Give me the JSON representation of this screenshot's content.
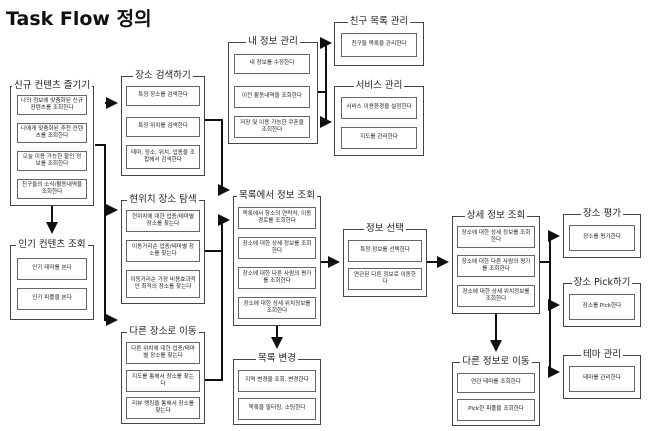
{
  "title": "Task Flow 정의",
  "groups": {
    "new_content": {
      "title": "신규 컨텐츠 즐기기",
      "items": [
        "나의 정보에 맞춤화된 신규 컨텐츠를 조회한다",
        "나에게 맞춤화된 추천 컨텐츠를 조회한다",
        "오늘 이용 가능한 할인 정보를 조회한다",
        "친구들의 소식/활동내역을 조회한다"
      ]
    },
    "popular": {
      "title": "인기 컨텐츠 조회",
      "items": [
        "인기 테마를 본다",
        "인기 피플을 본다"
      ]
    },
    "place_search": {
      "title": "장소 검색하기",
      "items": [
        "특정 장소를 검색한다",
        "특정 위치를 검색한다",
        "테마, 장소, 위치, 업종을 조합해서 검색한다"
      ]
    },
    "current_search": {
      "title": "현위치 장소 탐색",
      "items": [
        "현위치에 대한 업종/테마별 장소를 찾는다",
        "이동거리순 업종/테마별 장소를 찾는다",
        "이동거리순 가장 비용효과적인 최적의 장소를 찾는다"
      ]
    },
    "other_move_left": {
      "title": "다른 장소로 이동",
      "items": [
        "다른 위치에 대한 업종/테마별 장소를 찾는다",
        "지도를 통해서 장소를 찾는다",
        "리뷰 랭킹을 통해서 장소를 찾는다"
      ]
    },
    "my_info": {
      "title": "내 정보 관리",
      "items": [
        "내 정보를 수정한다",
        "이전 활동내역을 조회한다",
        "저장 및 이용 가능한 쿠폰을 조회한다"
      ]
    },
    "friends": {
      "title": "친구 목록 관리",
      "items": [
        "친구들 목록을 관리한다"
      ]
    },
    "service": {
      "title": "서비스 관리",
      "items": [
        "서비스 이용환경을 설정한다",
        "지도를 관리한다"
      ]
    },
    "list_info": {
      "title": "목록에서 정보 조회",
      "items": [
        "목록에서 장소의 연락처, 이동경로를 조회한다",
        "장소에 대한 상세 정보를 조회한다",
        "장소에 대한 다른 사람의 평가를 조회한다",
        "장소에 대한 상세 위치정보를 조회한다"
      ]
    },
    "list_change": {
      "title": "목록 변경",
      "items": [
        "지역 변경을 조회, 변경한다",
        "목록을 필터링, 소팅한다"
      ]
    },
    "info_select": {
      "title": "정보 선택",
      "items": [
        "특정 정보를 선택한다",
        "연관된 다른 정보로 이동한다"
      ]
    },
    "detail_info": {
      "title": "상세 정보 조회",
      "items": [
        "장소에 대한 상세 정보를 조회한다",
        "장소에 대한 다른 사람의 평가를 조회한다",
        "장소에 대한 상세 위치정보를 조회한다"
      ]
    },
    "other_info_move": {
      "title": "다른 정보로 이동",
      "items": [
        "연관 테마를 조회한다",
        "Pick한 피플을 조회한다"
      ]
    },
    "place_rate": {
      "title": "장소 평가",
      "items": [
        "장소를 평가한다"
      ]
    },
    "place_pick": {
      "title": "장소 Pick하기",
      "items": [
        "장소를 Pick한다"
      ]
    },
    "theme": {
      "title": "테마 관리",
      "items": [
        "테마를 관리한다"
      ]
    }
  }
}
